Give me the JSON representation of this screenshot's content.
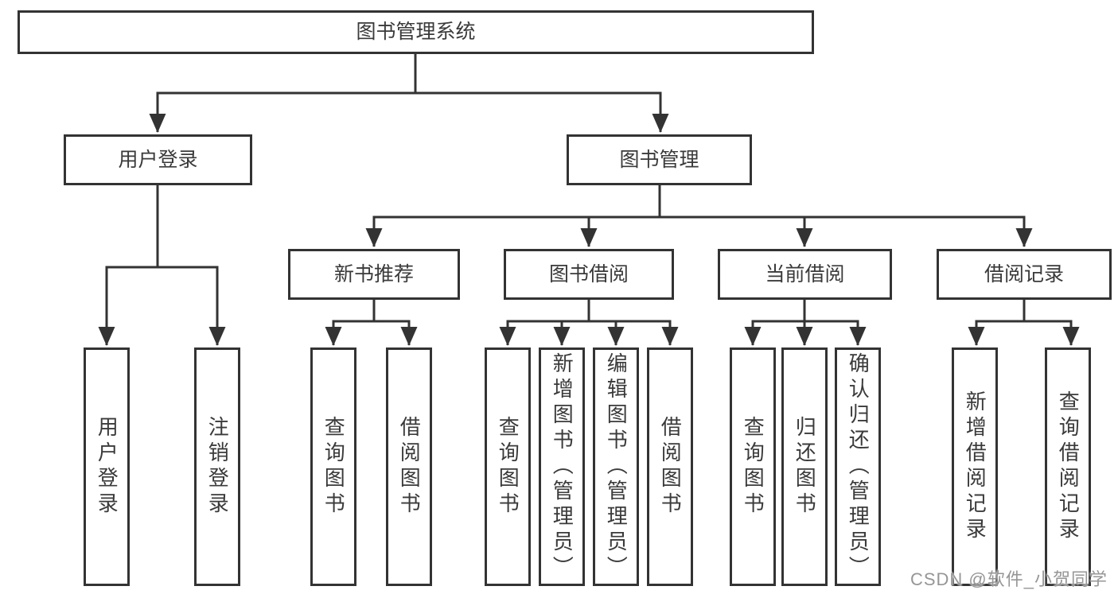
{
  "nodes": {
    "root": {
      "label": "图书管理系统"
    },
    "level2": [
      {
        "label": "用户登录"
      },
      {
        "label": "图书管理"
      }
    ],
    "level3": [
      {
        "label": "新书推荐"
      },
      {
        "label": "图书借阅"
      },
      {
        "label": "当前借阅"
      },
      {
        "label": "借阅记录"
      }
    ],
    "leaves": [
      {
        "label": "用户登录"
      },
      {
        "label": "注销登录"
      },
      {
        "label": "查询图书"
      },
      {
        "label": "借阅图书"
      },
      {
        "label": "查询图书"
      },
      {
        "label": "新增图书（管理员）"
      },
      {
        "label": "编辑图书（管理员）"
      },
      {
        "label": "借阅图书"
      },
      {
        "label": "查询图书"
      },
      {
        "label": "归还图书"
      },
      {
        "label": "确认归还（管理员）"
      },
      {
        "label": "新增借阅记录"
      },
      {
        "label": "查询借阅记录"
      }
    ]
  },
  "watermark": "CSDN @软件_小贺同学",
  "colors": {
    "line": "#333333",
    "text": "#3a3a3a",
    "watermark": "#969696",
    "background": "#ffffff",
    "box_background": "#ffffff"
  }
}
